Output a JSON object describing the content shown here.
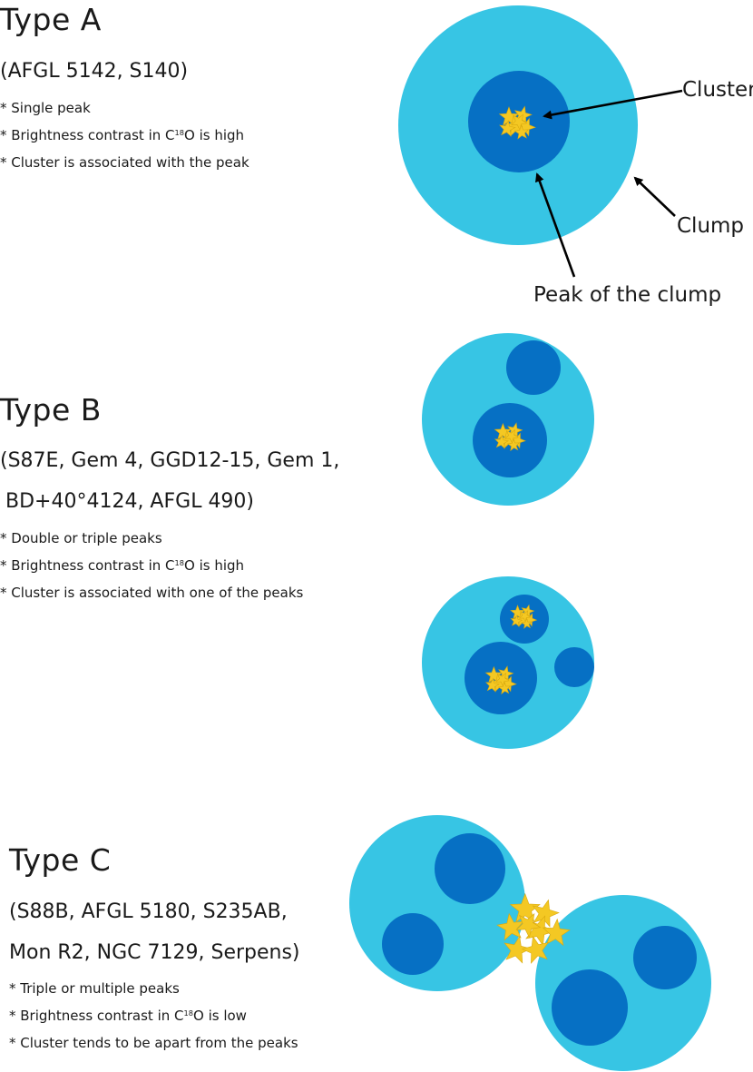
{
  "colors": {
    "clump": "#37c5e4",
    "peak": "#0670c4",
    "star": "#f4c823",
    "text": "#1a1a1a"
  },
  "labels": {
    "cluster": "Cluster",
    "clump": "Clump",
    "peak": "Peak of  the clump"
  },
  "type_a": {
    "title": "Type A",
    "objects": "(AFGL 5142, S140)",
    "bullets": {
      "b1": "* Single peak",
      "b2_pre": "* Brightness contrast in C",
      "b2_sup": "18",
      "b2_post": "O is high",
      "b3": "* Cluster is associated with the peak"
    }
  },
  "type_b": {
    "title": "Type B",
    "objects_line1": "(S87E, Gem 4, GGD12-15, Gem 1,",
    "objects_line2": "BD+40°4124, AFGL 490)",
    "bullets": {
      "b1": "* Double or triple peaks",
      "b2_pre": "* Brightness contrast in C",
      "b2_sup": "18",
      "b2_post": "O is high",
      "b3": "* Cluster is associated with one of the peaks"
    }
  },
  "type_c": {
    "title": "Type C",
    "objects_line1": "(S88B, AFGL 5180, S235AB,",
    "objects_line2": "Mon R2, NGC 7129, Serpens)",
    "bullets": {
      "b1": "* Triple or multiple peaks",
      "b2_pre": "* Brightness contrast in C",
      "b2_sup": "18",
      "b2_post": "O is low",
      "b3": "* Cluster tends to be apart from the peaks"
    }
  }
}
